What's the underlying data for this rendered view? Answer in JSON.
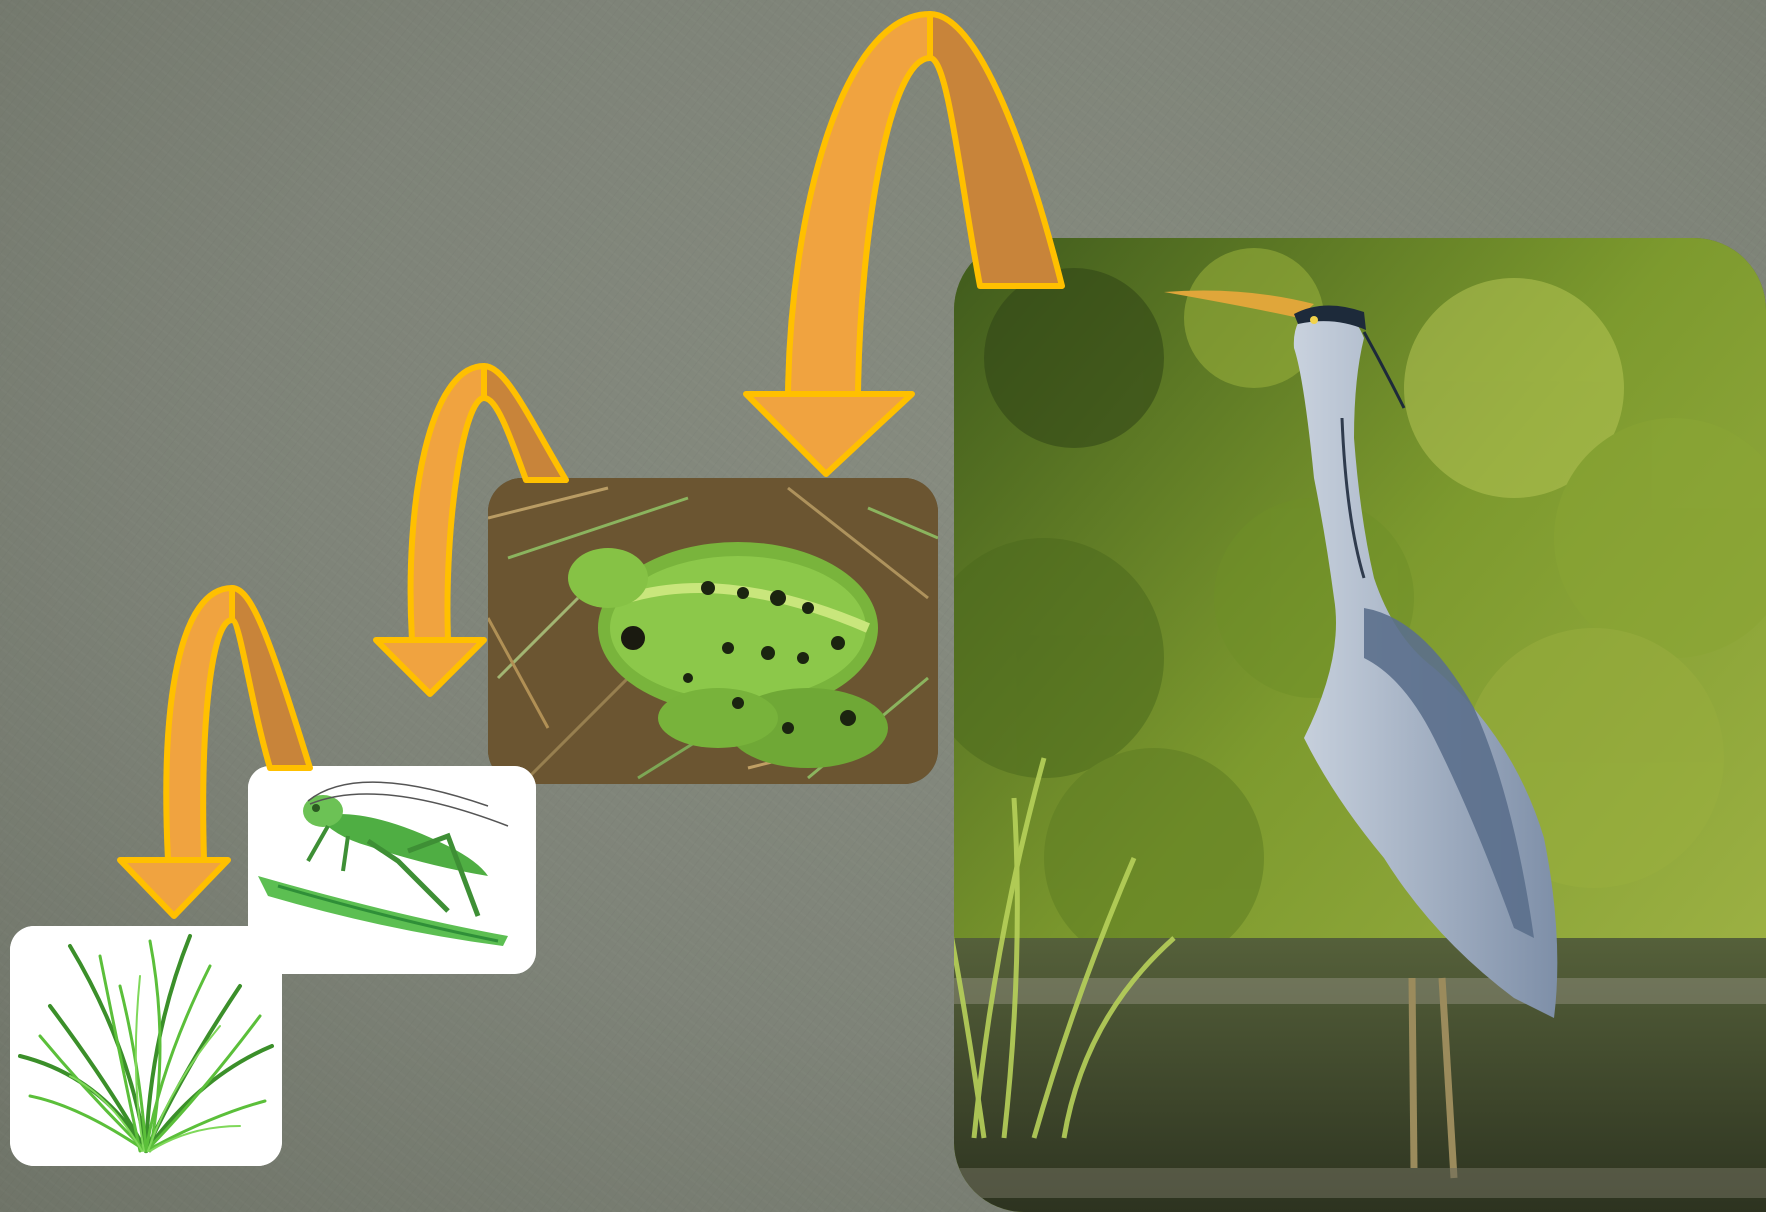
{
  "food_chain": {
    "organisms": [
      {
        "id": "grass",
        "name": "grass"
      },
      {
        "id": "grasshopper",
        "name": "grasshopper"
      },
      {
        "id": "frog",
        "name": "frog"
      },
      {
        "id": "heron",
        "name": "heron"
      }
    ],
    "links": [
      {
        "from": "grass",
        "to": "grasshopper"
      },
      {
        "from": "grasshopper",
        "to": "frog"
      },
      {
        "from": "frog",
        "to": "heron"
      }
    ]
  },
  "colors": {
    "background": "#7e8378",
    "arrow_front": "#f0a340",
    "arrow_back": "#c8843a",
    "arrow_outline": "#ffc000"
  }
}
